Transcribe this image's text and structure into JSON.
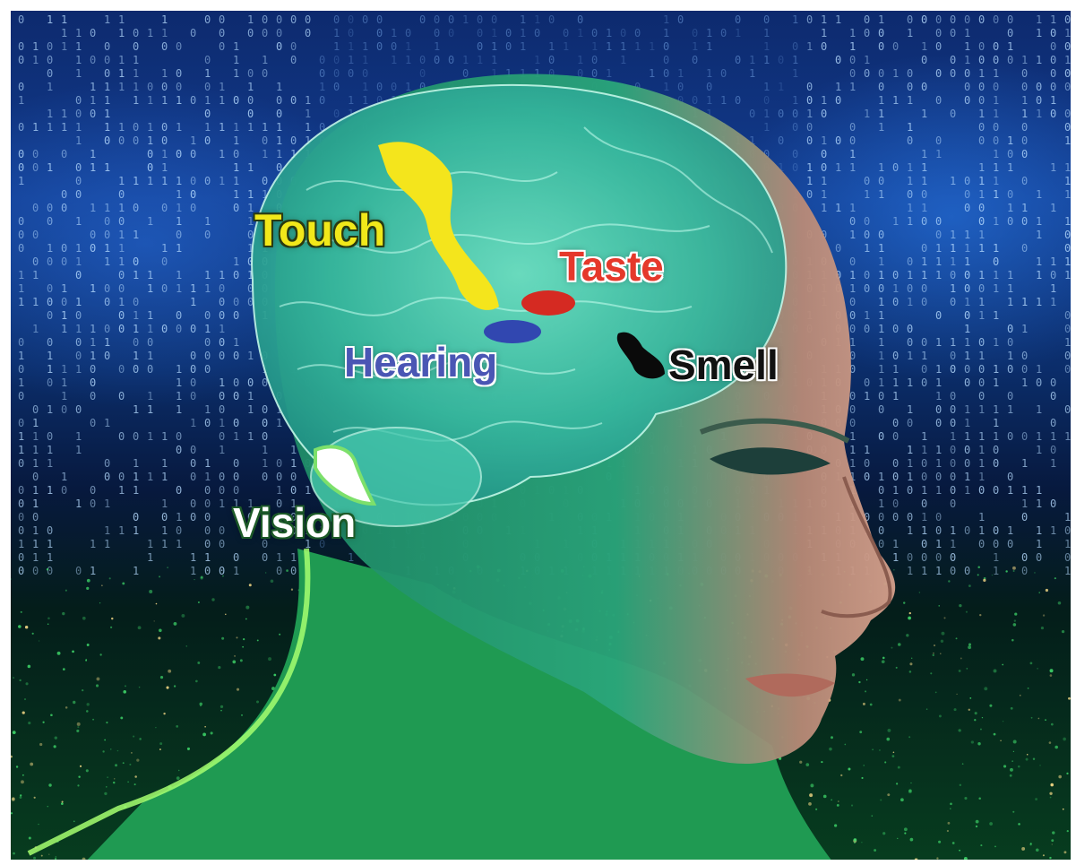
{
  "labels": {
    "touch": {
      "text": "Touch",
      "color": "#f1e81a",
      "outline": "#2a3a10"
    },
    "taste": {
      "text": "Taste",
      "color": "#e5382b",
      "outline": "#ffffff"
    },
    "hearing": {
      "text": "Hearing",
      "color": "#4a56b4",
      "outline": "#ffffff"
    },
    "smell": {
      "text": "Smell",
      "color": "#111111",
      "outline": "#ffffff"
    },
    "vision": {
      "text": "Vision",
      "color": "#ffffff",
      "outline": "#1d5a28"
    }
  },
  "regions": {
    "touch": {
      "color": "#f4e51c"
    },
    "taste": {
      "color": "#d52a22"
    },
    "hearing": {
      "color": "#3147b0"
    },
    "smell": {
      "color": "#0a0a0a"
    },
    "vision": {
      "color": "#ffffff"
    }
  }
}
